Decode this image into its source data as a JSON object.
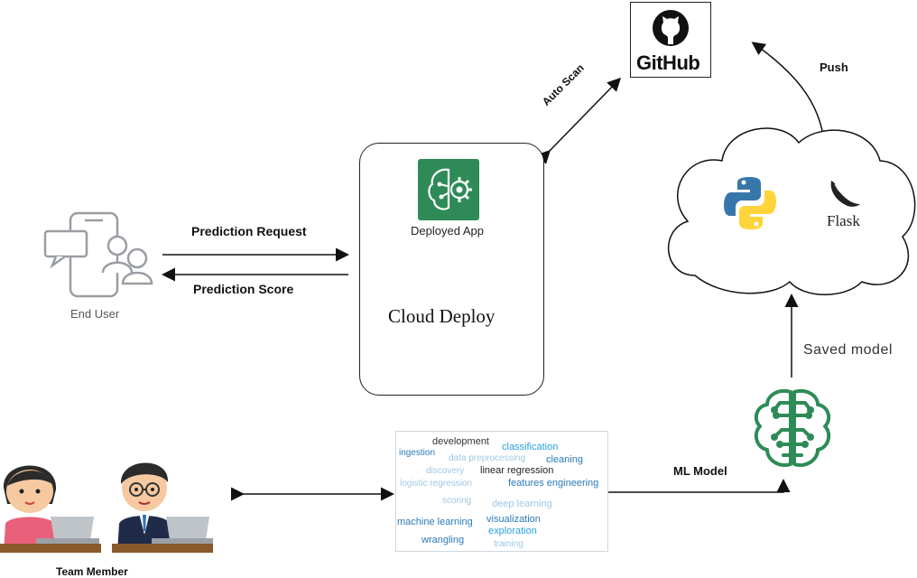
{
  "end_user": {
    "label": "End User"
  },
  "arrows": {
    "prediction_request": "Prediction Request",
    "prediction_score": "Prediction Score",
    "auto_scan": "Auto Scan",
    "push": "Push",
    "saved_model": "Saved model",
    "ml_model": "ML Model"
  },
  "deploy": {
    "app_label": "Deployed App",
    "title": "Cloud Deploy"
  },
  "github": {
    "label": "GitHub"
  },
  "cloud": {
    "flask_label": "Flask"
  },
  "team": {
    "label": "Team Member"
  },
  "wordcloud": {
    "w1": "development",
    "w2": "classification",
    "w3": "ingestion",
    "w4": "data preprocessing",
    "w5": "cleaning",
    "w6": "discovery",
    "w7": "linear regression",
    "w8": "logistic regression",
    "w9": "features engineering",
    "w10": "scoring",
    "w11": "deep learning",
    "w12": "machine learning",
    "w13": "visualization",
    "w14": "exploration",
    "w15": "wrangling",
    "w16": "training"
  },
  "colors": {
    "brain_green": "#2e8b57",
    "python_blue": "#3776ab",
    "python_yellow": "#ffd43b"
  }
}
